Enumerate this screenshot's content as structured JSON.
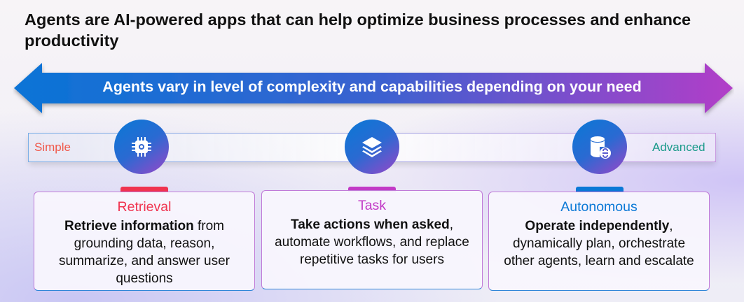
{
  "title": "Agents are AI-powered apps that can help optimize business processes and enhance productivity",
  "banner": "Agents vary in level of complexity and capabilities depending on your need",
  "scale": {
    "left": "Simple",
    "right": "Advanced"
  },
  "cards": [
    {
      "title": "Retrieval",
      "color": "#f0334f",
      "bold": "Retrieve information",
      "rest": " from grounding data, reason, summarize, and answer user questions",
      "icon": "chip-icon"
    },
    {
      "title": "Task",
      "color": "#c23ac6",
      "bold": "Take actions when asked",
      "rest": ", automate workflows, and replace repetitive tasks for users",
      "icon": "layers-icon"
    },
    {
      "title": "Autonomous",
      "color": "#0a78d6",
      "bold": "Operate independently",
      "rest": ", dynamically plan, orchestrate other agents, learn and escalate",
      "icon": "database-link-icon"
    }
  ]
}
